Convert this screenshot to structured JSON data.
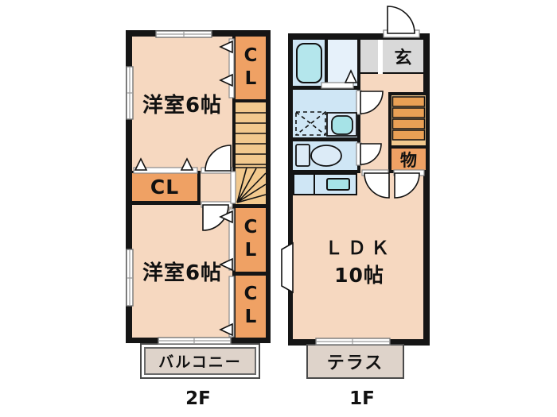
{
  "colors": {
    "wall": "#151515",
    "room": "#f6d8c0",
    "closet": "#efa164",
    "stairs": "#f2c98e",
    "tread": "#e9a055",
    "water": "#cfe6f5",
    "water_light": "#e6f1fa",
    "tub": "#b4e6ec",
    "sink": "#a6e3e7",
    "fixture": "#dcebf7",
    "genkan": "#d9d9d9",
    "outdoor": "#ded3ca"
  },
  "plan2f": {
    "room1_label": "洋室6帖",
    "room2_label": "洋室6帖",
    "closet_mid_label": "CL",
    "closet_label": "CL",
    "balcony_label": "バルコニー",
    "floor_label": "2F"
  },
  "plan1f": {
    "entrance_label": "玄",
    "storage_label": "物",
    "ldk_label": "ＬＤＫ",
    "ldk_size_label": "10帖",
    "terrace_label": "テラス",
    "floor_label": "1F"
  }
}
